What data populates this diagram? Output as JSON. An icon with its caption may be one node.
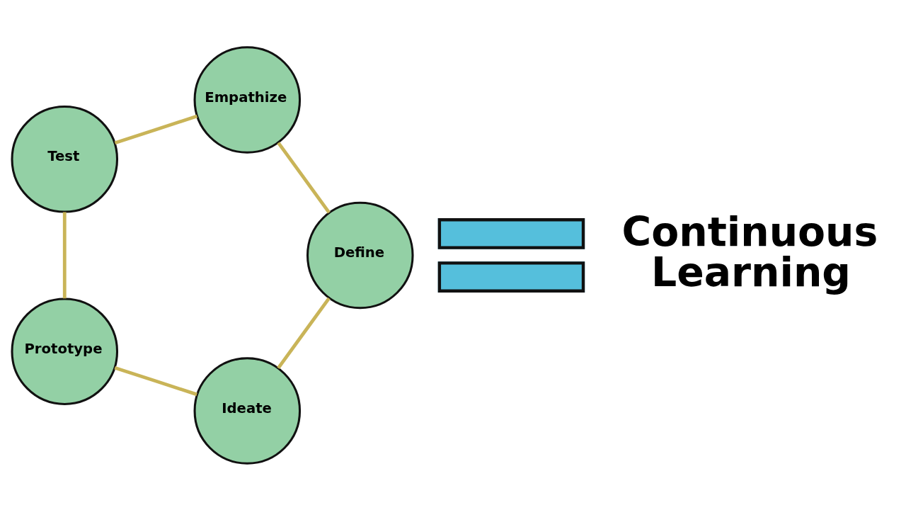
{
  "diagram": {
    "nodes": [
      {
        "text": [
          "Empathize"
        ]
      },
      {
        "text": [
          "Define"
        ]
      },
      {
        "text": [
          "Ideate"
        ]
      },
      {
        "text": [
          "Prototype"
        ]
      },
      {
        "text": [
          "Test"
        ]
      },
      {
        "text": [],
        "shape": "picture"
      }
    ],
    "edges": [
      {
        "from": 0,
        "to": 1,
        "arrow": "none"
      },
      {
        "from": 1,
        "to": 2,
        "arrow": "none"
      },
      {
        "from": 2,
        "to": 3,
        "arrow": "none"
      },
      {
        "from": 3,
        "to": 4,
        "arrow": "none"
      },
      {
        "from": 4,
        "to": 0,
        "arrow": "none"
      }
    ],
    "labels": [
      "Continuous Learning"
    ]
  }
}
